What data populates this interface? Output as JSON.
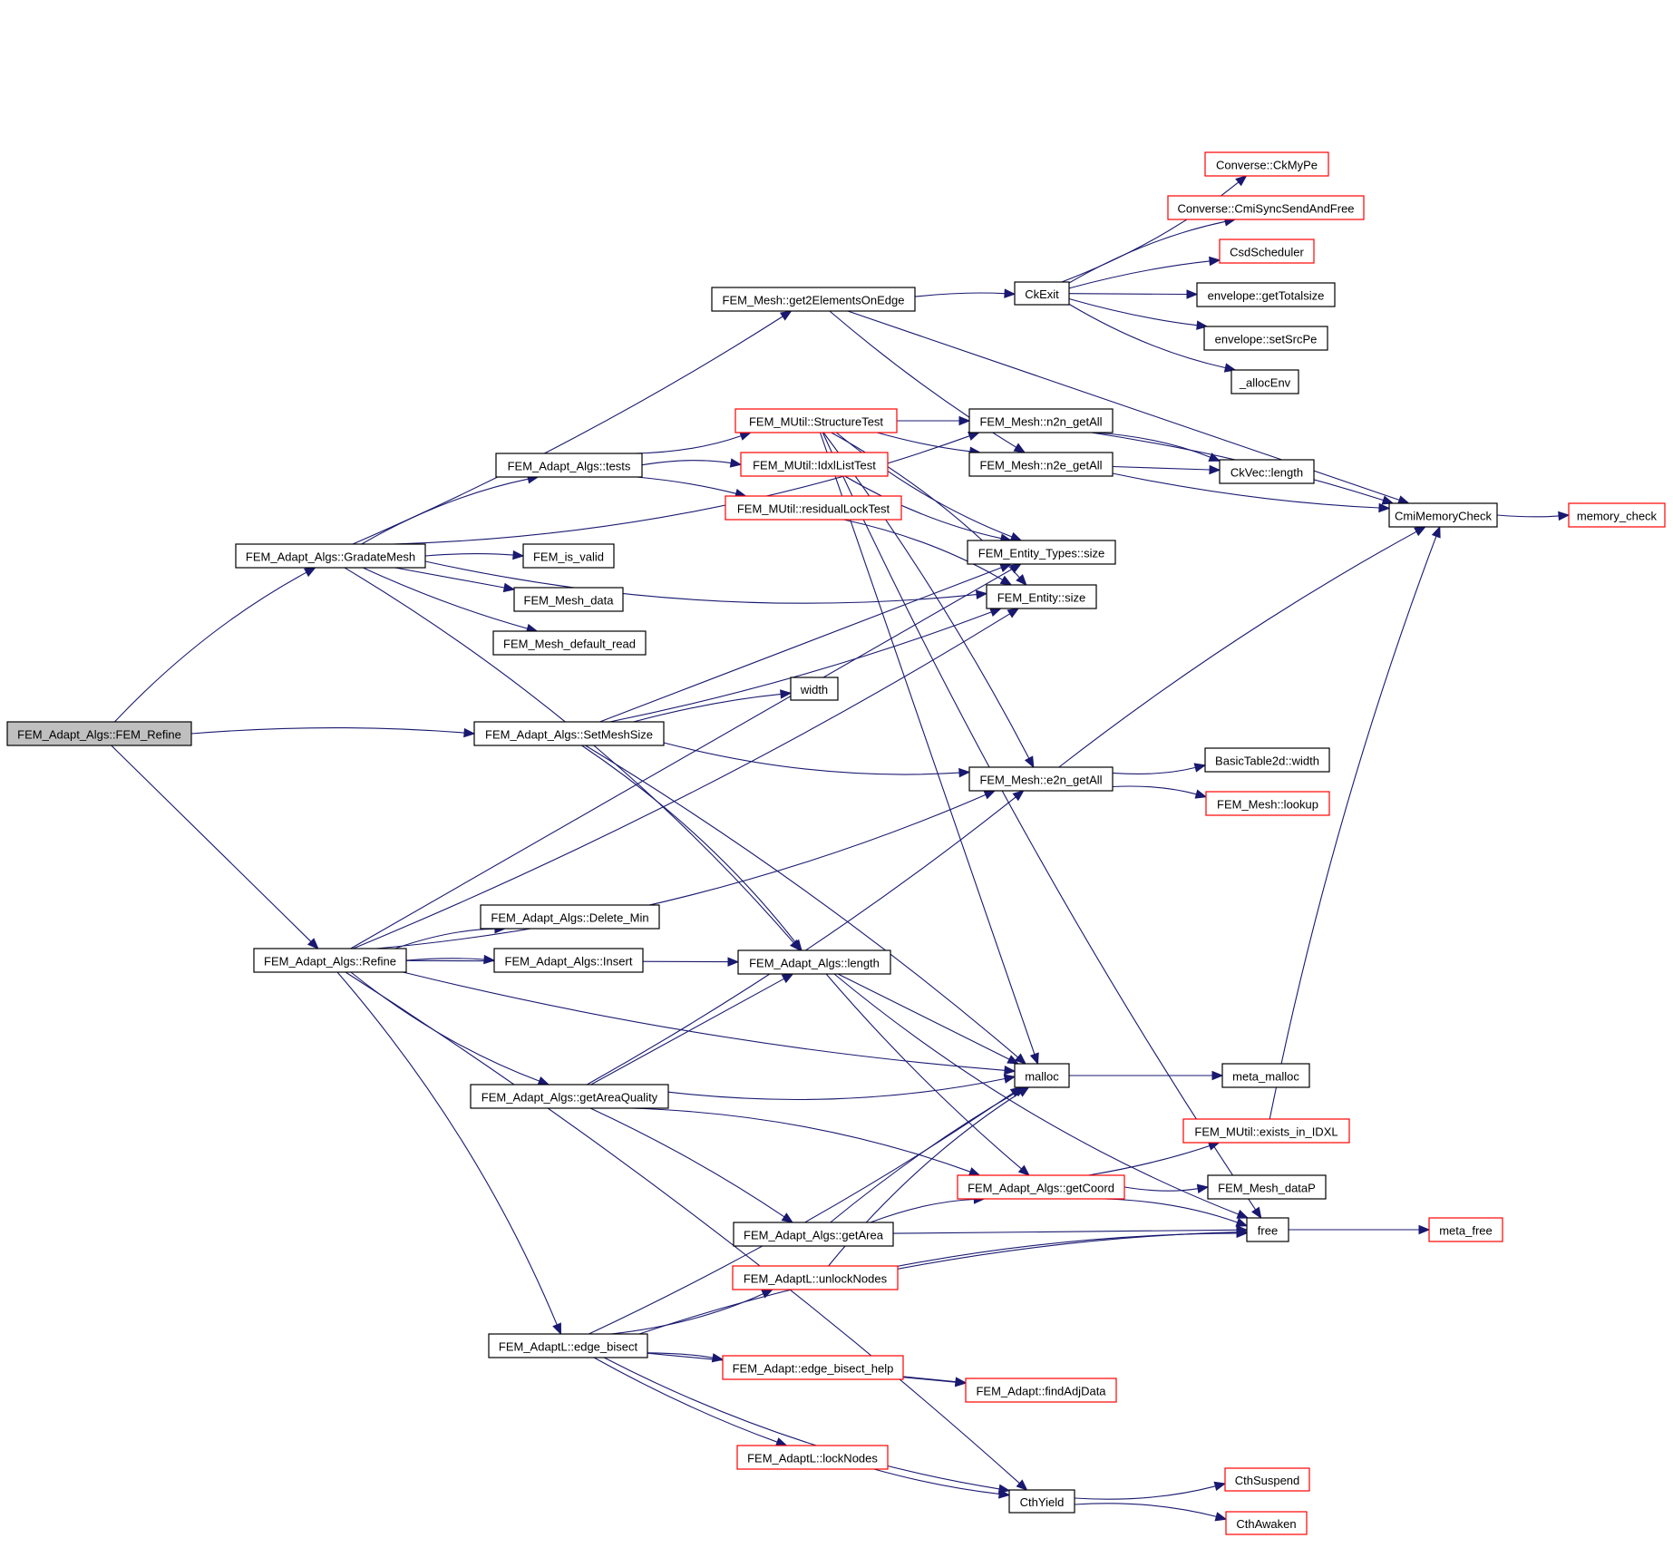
{
  "title": "Call graph for FEM_Adapt_Algs::FEM_Refine",
  "colors": {
    "edge": "#191970",
    "more_border": "#ff0000",
    "root_fill": "#bfbfbf"
  },
  "nodes": [
    {
      "id": "fem_refine",
      "label": "FEM_Adapt_Algs::FEM_Refine",
      "kind": "root"
    },
    {
      "id": "gradatemesh",
      "label": "FEM_Adapt_Algs::GradateMesh",
      "kind": "normal"
    },
    {
      "id": "setmeshsize",
      "label": "FEM_Adapt_Algs::SetMeshSize",
      "kind": "normal"
    },
    {
      "id": "refine",
      "label": "FEM_Adapt_Algs::Refine",
      "kind": "normal"
    },
    {
      "id": "get2elements",
      "label": "FEM_Mesh::get2ElementsOnEdge",
      "kind": "normal"
    },
    {
      "id": "tests",
      "label": "FEM_Adapt_Algs::tests",
      "kind": "normal"
    },
    {
      "id": "is_valid",
      "label": "FEM_is_valid",
      "kind": "normal"
    },
    {
      "id": "mesh_data",
      "label": "FEM_Mesh_data",
      "kind": "normal"
    },
    {
      "id": "mesh_default_read",
      "label": "FEM_Mesh_default_read",
      "kind": "normal"
    },
    {
      "id": "width",
      "label": "width",
      "kind": "normal"
    },
    {
      "id": "delete_min",
      "label": "FEM_Adapt_Algs::Delete_Min",
      "kind": "normal"
    },
    {
      "id": "insert",
      "label": "FEM_Adapt_Algs::Insert",
      "kind": "normal"
    },
    {
      "id": "getareaquality",
      "label": "FEM_Adapt_Algs::getAreaQuality",
      "kind": "normal"
    },
    {
      "id": "edge_bisect",
      "label": "FEM_AdaptL::edge_bisect",
      "kind": "normal"
    },
    {
      "id": "structuretest",
      "label": "FEM_MUtil::StructureTest",
      "kind": "more"
    },
    {
      "id": "idxllisttest",
      "label": "FEM_MUtil::IdxlListTest",
      "kind": "more"
    },
    {
      "id": "residuallocktest",
      "label": "FEM_MUtil::residualLockTest",
      "kind": "more"
    },
    {
      "id": "length",
      "label": "FEM_Adapt_Algs::length",
      "kind": "normal"
    },
    {
      "id": "getarea",
      "label": "FEM_Adapt_Algs::getArea",
      "kind": "normal"
    },
    {
      "id": "unlocknodes",
      "label": "FEM_AdaptL::unlockNodes",
      "kind": "more"
    },
    {
      "id": "edge_bisect_help",
      "label": "FEM_Adapt::edge_bisect_help",
      "kind": "more"
    },
    {
      "id": "locknodes",
      "label": "FEM_AdaptL::lockNodes",
      "kind": "more"
    },
    {
      "id": "ckexit",
      "label": "CkExit",
      "kind": "normal"
    },
    {
      "id": "n2n_getall",
      "label": "FEM_Mesh::n2n_getAll",
      "kind": "normal"
    },
    {
      "id": "n2e_getall",
      "label": "FEM_Mesh::n2e_getAll",
      "kind": "normal"
    },
    {
      "id": "entity_types_size",
      "label": "FEM_Entity_Types::size",
      "kind": "normal"
    },
    {
      "id": "entity_size",
      "label": "FEM_Entity::size",
      "kind": "normal"
    },
    {
      "id": "e2n_getall",
      "label": "FEM_Mesh::e2n_getAll",
      "kind": "normal"
    },
    {
      "id": "malloc",
      "label": "malloc",
      "kind": "normal"
    },
    {
      "id": "getcoord",
      "label": "FEM_Adapt_Algs::getCoord",
      "kind": "more"
    },
    {
      "id": "findadjdata",
      "label": "FEM_Adapt::findAdjData",
      "kind": "more"
    },
    {
      "id": "cthyield",
      "label": "CthYield",
      "kind": "normal"
    },
    {
      "id": "ckmype",
      "label": "Converse::CkMyPe",
      "kind": "more"
    },
    {
      "id": "cmisync",
      "label": "Converse::CmiSyncSendAndFree",
      "kind": "more"
    },
    {
      "id": "csdscheduler",
      "label": "CsdScheduler",
      "kind": "more"
    },
    {
      "id": "gettotalsize",
      "label": "envelope::getTotalsize",
      "kind": "normal"
    },
    {
      "id": "setsrcpe",
      "label": "envelope::setSrcPe",
      "kind": "normal"
    },
    {
      "id": "allocenv",
      "label": "_allocEnv",
      "kind": "normal"
    },
    {
      "id": "ckvec_length",
      "label": "CkVec::length",
      "kind": "normal"
    },
    {
      "id": "basictable_width",
      "label": "BasicTable2d::width",
      "kind": "normal"
    },
    {
      "id": "mesh_lookup",
      "label": "FEM_Mesh::lookup",
      "kind": "more"
    },
    {
      "id": "meta_malloc",
      "label": "meta_malloc",
      "kind": "normal"
    },
    {
      "id": "exists_in_idxl",
      "label": "FEM_MUtil::exists_in_IDXL",
      "kind": "more"
    },
    {
      "id": "mesh_datap",
      "label": "FEM_Mesh_dataP",
      "kind": "normal"
    },
    {
      "id": "free",
      "label": "free",
      "kind": "normal"
    },
    {
      "id": "cthsuspend",
      "label": "CthSuspend",
      "kind": "more"
    },
    {
      "id": "cthawaken",
      "label": "CthAwaken",
      "kind": "more"
    },
    {
      "id": "cmimemorycheck",
      "label": "CmiMemoryCheck",
      "kind": "normal"
    },
    {
      "id": "memory_check",
      "label": "memory_check",
      "kind": "more"
    },
    {
      "id": "meta_free",
      "label": "meta_free",
      "kind": "more"
    }
  ],
  "edges": [
    [
      "fem_refine",
      "gradatemesh"
    ],
    [
      "fem_refine",
      "setmeshsize"
    ],
    [
      "fem_refine",
      "refine"
    ],
    [
      "gradatemesh",
      "get2elements"
    ],
    [
      "gradatemesh",
      "n2n_getall"
    ],
    [
      "gradatemesh",
      "tests"
    ],
    [
      "gradatemesh",
      "is_valid"
    ],
    [
      "gradatemesh",
      "mesh_data"
    ],
    [
      "gradatemesh",
      "mesh_default_read"
    ],
    [
      "gradatemesh",
      "entity_size"
    ],
    [
      "gradatemesh",
      "length"
    ],
    [
      "get2elements",
      "ckexit"
    ],
    [
      "get2elements",
      "cmimemorycheck"
    ],
    [
      "get2elements",
      "n2e_getall"
    ],
    [
      "tests",
      "structuretest"
    ],
    [
      "tests",
      "idxllisttest"
    ],
    [
      "tests",
      "residuallocktest"
    ],
    [
      "structuretest",
      "n2n_getall"
    ],
    [
      "structuretest",
      "n2e_getall"
    ],
    [
      "structuretest",
      "entity_types_size"
    ],
    [
      "structuretest",
      "entity_size"
    ],
    [
      "structuretest",
      "e2n_getall"
    ],
    [
      "structuretest",
      "malloc"
    ],
    [
      "structuretest",
      "free"
    ],
    [
      "idxllisttest",
      "entity_types_size"
    ],
    [
      "residuallocktest",
      "entity_size"
    ],
    [
      "setmeshsize",
      "width"
    ],
    [
      "setmeshsize",
      "entity_types_size"
    ],
    [
      "setmeshsize",
      "entity_size"
    ],
    [
      "setmeshsize",
      "e2n_getall"
    ],
    [
      "setmeshsize",
      "length"
    ],
    [
      "setmeshsize",
      "malloc"
    ],
    [
      "refine",
      "entity_types_size"
    ],
    [
      "refine",
      "entity_size"
    ],
    [
      "refine",
      "e2n_getall"
    ],
    [
      "refine",
      "delete_min"
    ],
    [
      "refine",
      "insert"
    ],
    [
      "refine",
      "length"
    ],
    [
      "refine",
      "malloc"
    ],
    [
      "refine",
      "getareaquality"
    ],
    [
      "refine",
      "edge_bisect"
    ],
    [
      "refine",
      "cthyield"
    ],
    [
      "getareaquality",
      "length"
    ],
    [
      "getareaquality",
      "e2n_getall"
    ],
    [
      "getareaquality",
      "malloc"
    ],
    [
      "getareaquality",
      "getcoord"
    ],
    [
      "getareaquality",
      "getarea"
    ],
    [
      "length",
      "malloc"
    ],
    [
      "length",
      "getcoord"
    ],
    [
      "length",
      "free"
    ],
    [
      "getarea",
      "getcoord"
    ],
    [
      "getarea",
      "malloc"
    ],
    [
      "getarea",
      "free"
    ],
    [
      "edge_bisect",
      "malloc"
    ],
    [
      "edge_bisect",
      "unlocknodes"
    ],
    [
      "edge_bisect",
      "free"
    ],
    [
      "edge_bisect",
      "edge_bisect_help"
    ],
    [
      "edge_bisect",
      "findadjdata"
    ],
    [
      "edge_bisect",
      "locknodes"
    ],
    [
      "edge_bisect",
      "cthyield"
    ],
    [
      "unlocknodes",
      "malloc"
    ],
    [
      "unlocknodes",
      "free"
    ],
    [
      "edge_bisect_help",
      "findadjdata"
    ],
    [
      "locknodes",
      "cthyield"
    ],
    [
      "ckexit",
      "ckmype"
    ],
    [
      "ckexit",
      "cmisync"
    ],
    [
      "ckexit",
      "csdscheduler"
    ],
    [
      "ckexit",
      "gettotalsize"
    ],
    [
      "ckexit",
      "setsrcpe"
    ],
    [
      "ckexit",
      "allocenv"
    ],
    [
      "n2n_getall",
      "ckvec_length"
    ],
    [
      "n2n_getall",
      "cmimemorycheck"
    ],
    [
      "n2e_getall",
      "ckvec_length"
    ],
    [
      "n2e_getall",
      "cmimemorycheck"
    ],
    [
      "e2n_getall",
      "basictable_width"
    ],
    [
      "e2n_getall",
      "mesh_lookup"
    ],
    [
      "e2n_getall",
      "cmimemorycheck"
    ],
    [
      "malloc",
      "meta_malloc"
    ],
    [
      "getcoord",
      "exists_in_idxl"
    ],
    [
      "getcoord",
      "mesh_datap"
    ],
    [
      "getcoord",
      "free"
    ],
    [
      "exists_in_idxl",
      "cmimemorycheck"
    ],
    [
      "free",
      "meta_free"
    ],
    [
      "cmimemorycheck",
      "memory_check"
    ],
    [
      "cthyield",
      "cthsuspend"
    ],
    [
      "cthyield",
      "cthawaken"
    ]
  ]
}
